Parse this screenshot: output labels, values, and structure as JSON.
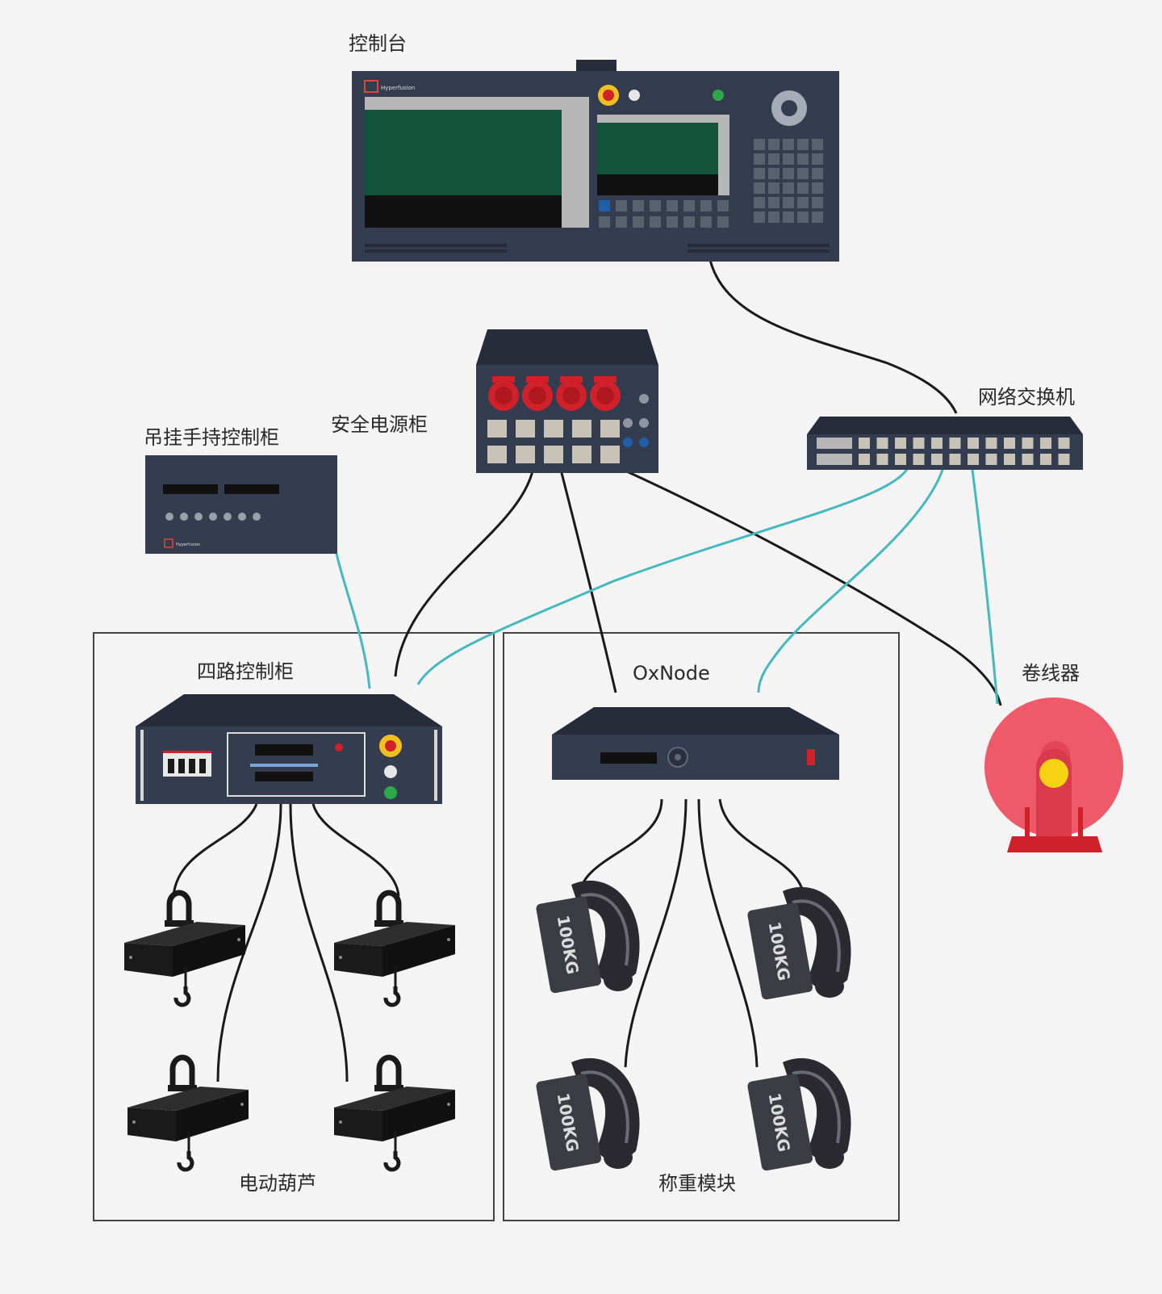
{
  "labels": {
    "console": "控制台",
    "power_cabinet": "安全电源柜",
    "network_switch": "网络交换机",
    "pendant_cabinet": "吊挂手持控制柜",
    "four_way_cabinet": "四路控制柜",
    "oxnode": "OxNode",
    "cable_reel": "卷线器",
    "electric_hoist": "电动葫芦",
    "weighing_module": "称重模块",
    "load_rating": "100KG"
  },
  "brand": "Hyperfusion",
  "colors": {
    "device_body": "#343c4f",
    "screen": "#13543a",
    "power_socket": "#d0202a",
    "data_cable": "#45b9be",
    "power_cable": "#1a1a1a",
    "cable_reel": "#ef5a6a",
    "reel_hub": "#f5d312"
  }
}
